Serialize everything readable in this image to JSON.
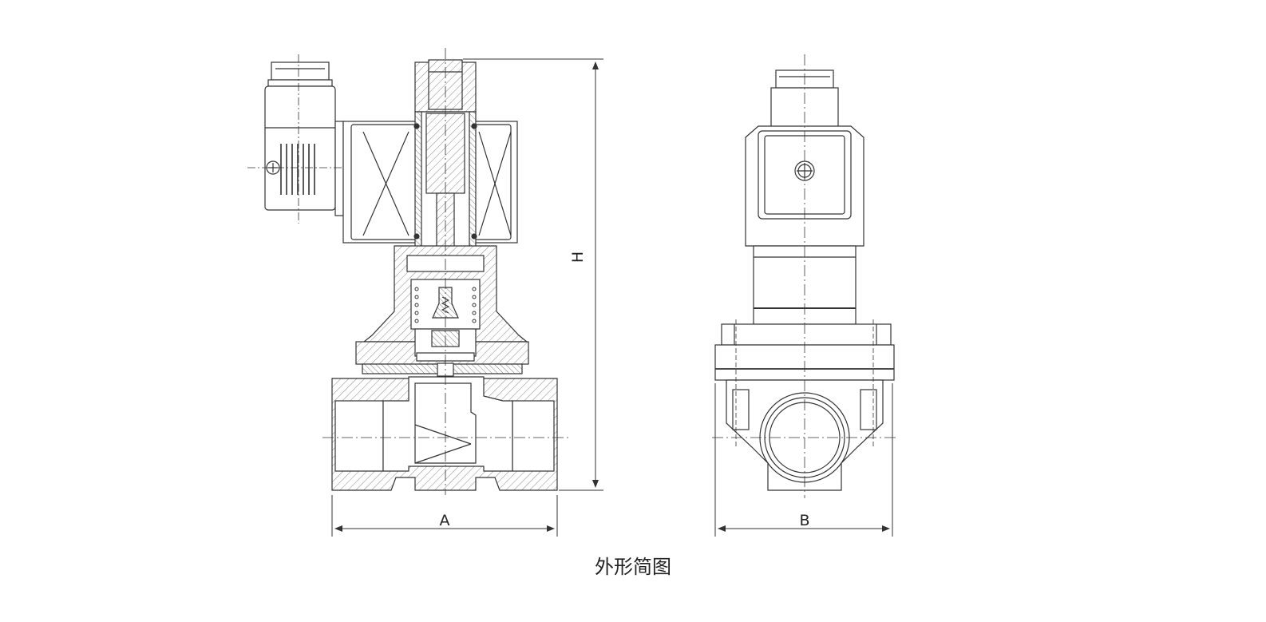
{
  "caption": "外形简图",
  "dimensions": {
    "width_front": "A",
    "width_side": "B",
    "height": "H"
  }
}
